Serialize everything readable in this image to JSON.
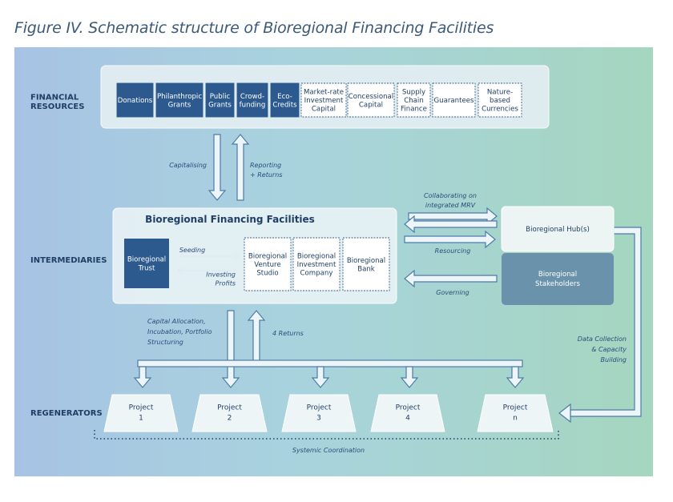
{
  "title": "Figure IV. Schematic structure of Bioregional Financing Facilities",
  "rows": {
    "financial": [
      "FINANCIAL",
      "RESOURCES"
    ],
    "intermediaries": [
      "INTERMEDIARIES"
    ],
    "regenerators": [
      "REGENERATORS"
    ]
  },
  "financial_resources": [
    {
      "lines": [
        "Donations"
      ],
      "style": "solid"
    },
    {
      "lines": [
        "Philanthropic",
        "Grants"
      ],
      "style": "solid"
    },
    {
      "lines": [
        "Public",
        "Grants"
      ],
      "style": "solid"
    },
    {
      "lines": [
        "Crowd-",
        "funding"
      ],
      "style": "solid"
    },
    {
      "lines": [
        "Eco-",
        "Credits"
      ],
      "style": "solid"
    },
    {
      "lines": [
        "Market-rate",
        "Investment",
        "Capital"
      ],
      "style": "dashed"
    },
    {
      "lines": [
        "Concessional",
        "Capital"
      ],
      "style": "dashed"
    },
    {
      "lines": [
        "Supply",
        "Chain",
        "Finance"
      ],
      "style": "dashed"
    },
    {
      "lines": [
        "Guarantees"
      ],
      "style": "dashed"
    },
    {
      "lines": [
        "Nature-",
        "based",
        "Currencies"
      ],
      "style": "dashed"
    }
  ],
  "flows": {
    "capitalising": [
      "Capitalising"
    ],
    "reporting": [
      "Reporting",
      "+ Returns"
    ],
    "seeding": [
      "Seeding"
    ],
    "investing": [
      "Investing",
      "Profits"
    ],
    "collaborating": [
      "Collaborating on",
      "integrated MRV"
    ],
    "resourcing": [
      "Resourcing"
    ],
    "governing": [
      "Governing"
    ],
    "capital_allocation": [
      "Capital Allocation,",
      "Incubation, Portfolio",
      "Structuring"
    ],
    "returns": [
      "4 Returns"
    ],
    "data_collection": [
      "Data Collection",
      "& Capacity",
      "Building"
    ],
    "systemic": [
      "Systemic Coordination"
    ]
  },
  "facility": {
    "title": "Bioregional Financing Facilities",
    "trust": [
      "Bioregional",
      "Trust"
    ],
    "entities": [
      [
        "Bioregional",
        "Venture",
        "Studio"
      ],
      [
        "Bioregional",
        "Investment",
        "Company"
      ],
      [
        "Bioregional",
        "Bank"
      ]
    ]
  },
  "hub": [
    "Bioregional Hub(s)"
  ],
  "stakeholders": [
    "Bioregional",
    "Stakeholders"
  ],
  "projects": [
    [
      "Project",
      "1"
    ],
    [
      "Project",
      "2"
    ],
    [
      "Project",
      "3"
    ],
    [
      "Project",
      "4"
    ],
    [
      "Project",
      "n"
    ]
  ],
  "colors": {
    "dark_box": "#2d5a8e",
    "stake_box": "#6b92ab",
    "arrow": "#4a7baa",
    "text": "#1f3f66"
  }
}
